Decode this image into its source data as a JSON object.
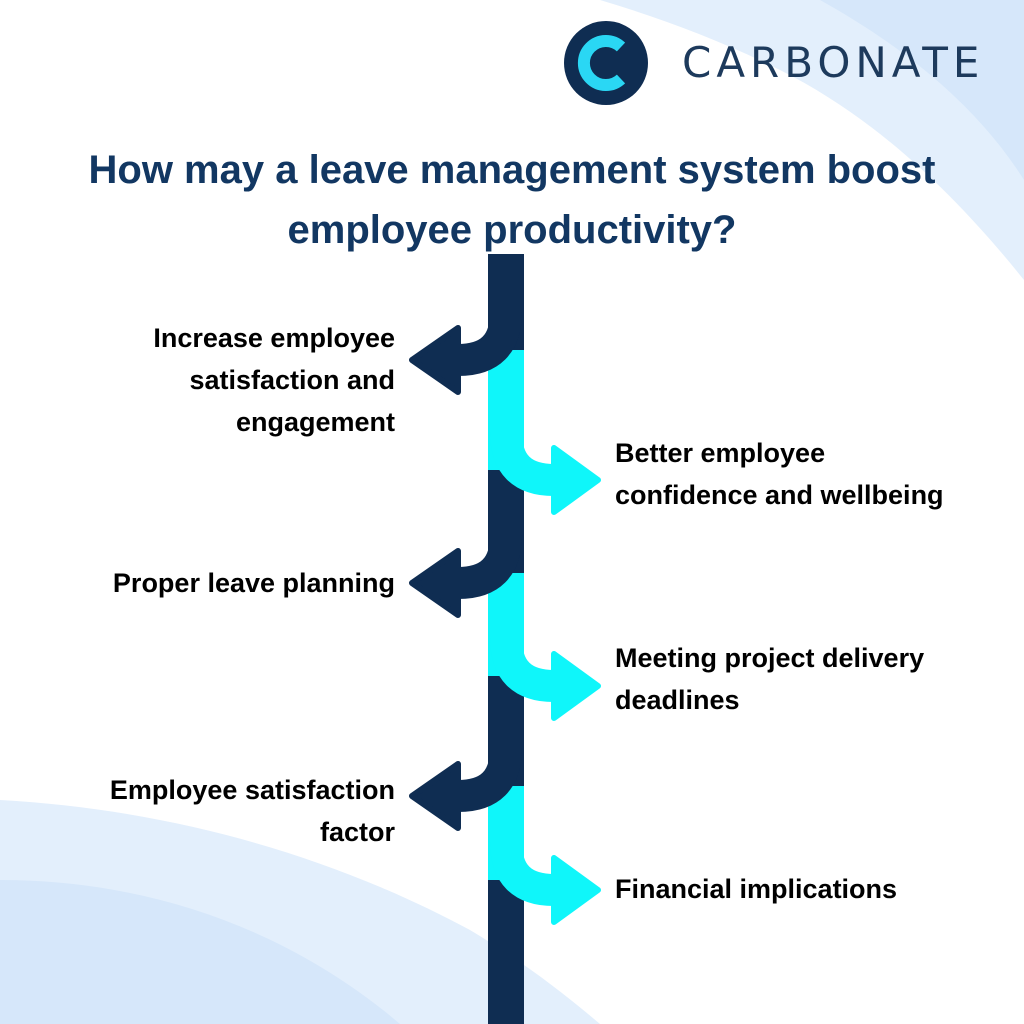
{
  "brand": {
    "name": "CARBONATE",
    "colors": {
      "navy": "#0f2d52",
      "cyan": "#0ff6fa",
      "title": "#123762",
      "logo_text": "#1d3a5c",
      "background_wave": "#dceafb"
    }
  },
  "title": {
    "line1": "How may a leave management system boost",
    "line2": "employee productivity?"
  },
  "steps": [
    {
      "side": "left",
      "color": "navy",
      "lines": [
        "Increase employee",
        "satisfaction and",
        "engagement"
      ]
    },
    {
      "side": "right",
      "color": "cyan",
      "lines": [
        "Better employee",
        "confidence and wellbeing"
      ]
    },
    {
      "side": "left",
      "color": "navy",
      "lines": [
        "Proper leave planning"
      ]
    },
    {
      "side": "right",
      "color": "cyan",
      "lines": [
        "Meeting project delivery",
        "deadlines"
      ]
    },
    {
      "side": "left",
      "color": "navy",
      "lines": [
        "Employee satisfaction",
        "factor"
      ]
    },
    {
      "side": "right",
      "color": "cyan",
      "lines": [
        "Financial implications"
      ]
    }
  ]
}
